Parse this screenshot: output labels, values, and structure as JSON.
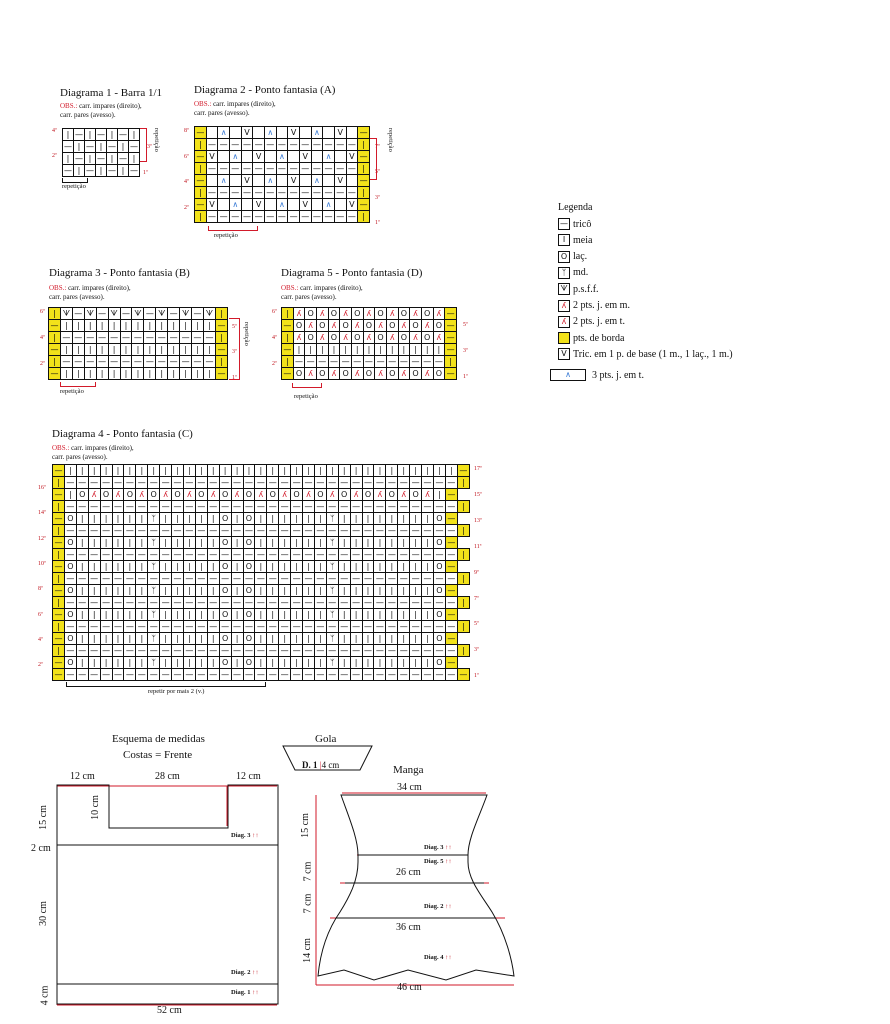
{
  "obs": {
    "label": "OBS.:",
    "text1": "carr. impares (direito),",
    "text2": "carr. pares (avesso)."
  },
  "repeat_label": "repetição",
  "d1": {
    "title": "Diagrama 1 - Barra 1/1",
    "rows_left": [
      "4ª",
      "2ª"
    ],
    "rows_right": [
      "3ª",
      "1ª"
    ],
    "side": "repetição"
  },
  "d2": {
    "title": "Diagrama 2 - Ponto fantasia (A)",
    "rows_left": [
      "8ª",
      "6ª",
      "4ª",
      "2ª"
    ],
    "rows_right": [
      "7ª",
      "5ª",
      "3ª",
      "1ª"
    ],
    "side": "repetição"
  },
  "d3": {
    "title": "Diagrama 3 - Ponto fantasia (B)",
    "rows_left": [
      "6ª",
      "4ª",
      "2ª"
    ],
    "rows_right": [
      "5ª",
      "3ª",
      "1ª"
    ],
    "side": "repetição"
  },
  "d5": {
    "title": "Diagrama 5 - Ponto fantasia (D)",
    "rows_left": [
      "6ª",
      "4ª",
      "2ª"
    ],
    "rows_right": [
      "5ª",
      "3ª",
      "1ª"
    ]
  },
  "d4": {
    "title": "Diagrama 4 - Ponto fantasia (C)",
    "rows_left": [
      "16ª",
      "14ª",
      "12ª",
      "10ª",
      "8ª",
      "6ª",
      "4ª",
      "2ª"
    ],
    "rows_right": [
      "17ª",
      "15ª",
      "13ª",
      "11ª",
      "9ª",
      "7ª",
      "5ª",
      "3ª",
      "1ª"
    ],
    "repeat": "repetir por mais 2 (v.)"
  },
  "legend": {
    "title": "Legenda",
    "items": [
      {
        "symbol": "—",
        "label": "tricô"
      },
      {
        "symbol": "I",
        "label": "meia"
      },
      {
        "symbol": "O",
        "label": "laç."
      },
      {
        "symbol": "ᛉ",
        "label": "md."
      },
      {
        "symbol": "ᗐ",
        "label": "p.s.f.f."
      },
      {
        "symbol": "ʎ",
        "label": "2 pts. j. em m."
      },
      {
        "symbol": "ʎ",
        "label": "2 pts. j. em t."
      },
      {
        "symbol": "",
        "label": "pts. de borda"
      },
      {
        "symbol": "V",
        "label": "Tric. em 1 p. de base (1 m., 1 laç., 1 m.)"
      },
      {
        "symbol": "∧",
        "label": "3 pts. j. em t."
      }
    ]
  },
  "schema": {
    "title1": "Esquema de medidas",
    "title2": "Costas = Frente",
    "gola_title": "Gola",
    "gola_label": "D. 1",
    "gola_cm": "4 cm",
    "manga_title": "Manga",
    "body": {
      "w_left": "12 cm",
      "w_mid": "28 cm",
      "w_right": "12 cm",
      "neck_depth": "10 cm",
      "h15": "15 cm",
      "h2": "2 cm",
      "h30": "30 cm",
      "h4": "4 cm",
      "bottom": "52 cm",
      "diag3": "Diag. 3",
      "diag2": "Diag. 2",
      "diag1": "Diag. 1"
    },
    "sleeve": {
      "top": "34 cm",
      "mid": "26 cm",
      "lower": "36 cm",
      "bottom": "46 cm",
      "h15": "15 cm",
      "h7a": "7 cm",
      "h7b": "7 cm",
      "h14": "14 cm",
      "diag3": "Diag. 3",
      "diag5": "Diag. 5",
      "diag2": "Diag. 2",
      "diag4": "Diag. 4"
    },
    "arrows": "↑↑"
  },
  "colors": {
    "border_yellow": "#f2e21a",
    "red": "#d21a2a",
    "lace_blue": "#3a7bd5"
  }
}
